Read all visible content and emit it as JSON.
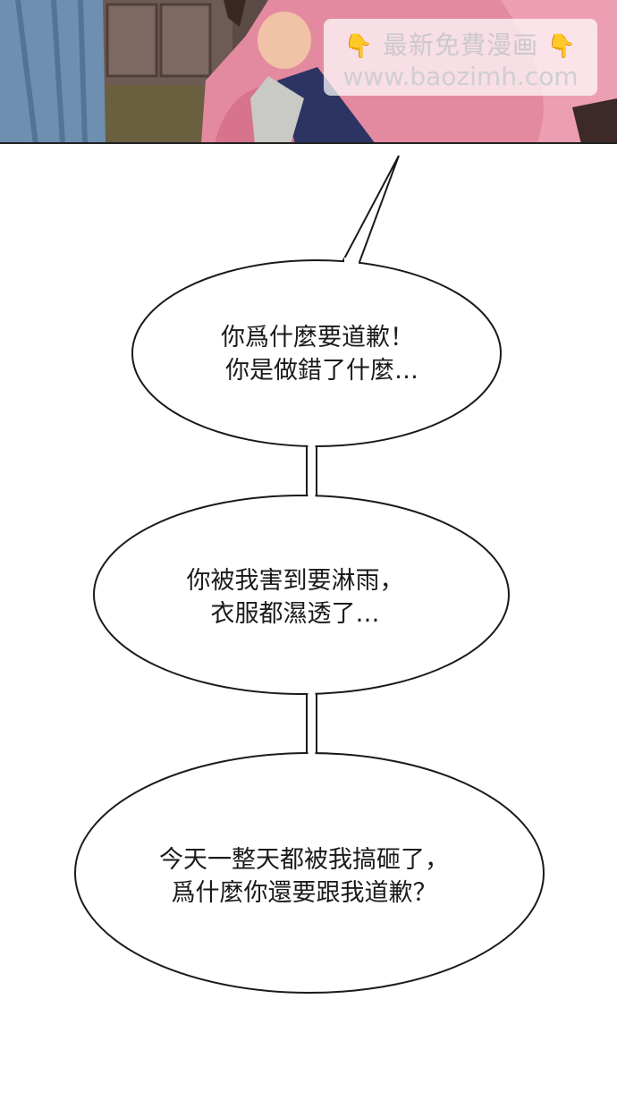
{
  "watermark": {
    "line1": "最新免費漫画",
    "line2": "www.baozimh.com",
    "finger_left": "👇",
    "finger_right": "👇"
  },
  "bubbles": [
    {
      "line1": "你爲什麼要道歉！",
      "line2": "你是做錯了什麼…"
    },
    {
      "line1": "你被我害到要淋雨，",
      "line2": "衣服都濕透了…"
    },
    {
      "line1": "今天一整天都被我搞砸了，",
      "line2": "爲什麼你還要跟我道歉？"
    }
  ],
  "colors": {
    "background": "#ffffff",
    "bubble_stroke": "#1a1a1a",
    "text": "#1a1a1a"
  }
}
